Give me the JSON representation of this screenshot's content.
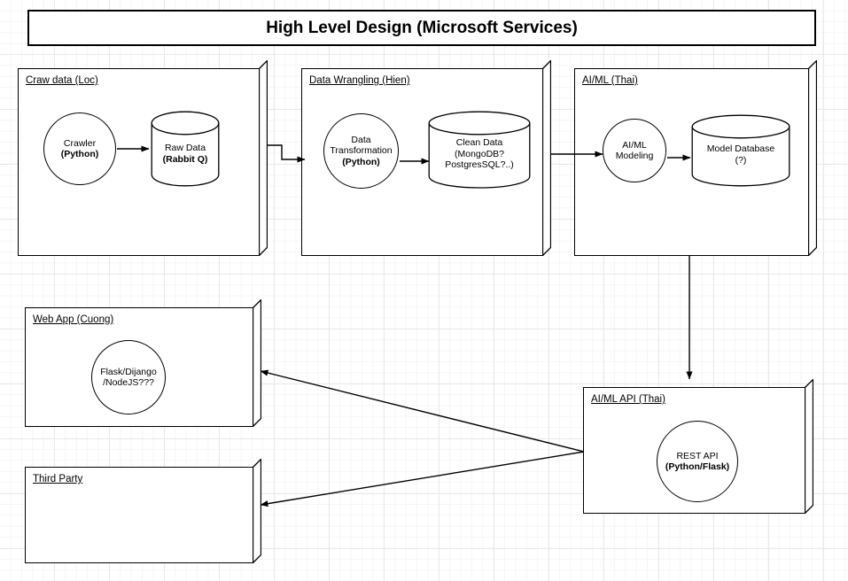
{
  "title": {
    "text": "High Level Design (Microsoft Services)"
  },
  "colors": {
    "stroke": "#000000",
    "fill": "#ffffff",
    "grid_minor": "#f6f6f6",
    "grid_major": "#e9e9e9"
  },
  "packages": [
    {
      "id": "craw-data",
      "label": "Craw data (Loc)",
      "nodes": [
        {
          "id": "crawler",
          "shape": "circle",
          "line1": "Crawler",
          "line2": "(Python)",
          "line2_bold": true
        },
        {
          "id": "raw-data",
          "shape": "cylinder",
          "line1": "Raw Data",
          "line2": "(Rabbit Q)",
          "line2_bold": true
        }
      ]
    },
    {
      "id": "data-wrangling",
      "label": "Data Wrangling (Hien)",
      "nodes": [
        {
          "id": "data-transformation",
          "shape": "circle",
          "line1": "Data",
          "line2": "Transformation",
          "line3": "(Python)",
          "line3_bold": true
        },
        {
          "id": "clean-data",
          "shape": "cylinder",
          "line1": "Clean Data",
          "line2": "(MongoDB?",
          "line3": "PostgresSQL?..)"
        }
      ]
    },
    {
      "id": "ai-ml",
      "label": "AI/ML (Thai)",
      "nodes": [
        {
          "id": "ai-ml-modeling",
          "shape": "circle",
          "line1": "AI/ML",
          "line2": "Modeling"
        },
        {
          "id": "model-database",
          "shape": "cylinder",
          "line1": "Model Database",
          "line2": "(?)"
        }
      ]
    },
    {
      "id": "web-app",
      "label": "Web App (Cuong)",
      "nodes": [
        {
          "id": "web-framework",
          "shape": "circle",
          "line1": "Flask/Dijango",
          "line2": "/NodeJS???"
        }
      ]
    },
    {
      "id": "third-party",
      "label": "Third Party",
      "nodes": []
    },
    {
      "id": "ai-ml-api",
      "label": "AI/ML API (Thai)",
      "nodes": [
        {
          "id": "rest-api",
          "shape": "circle",
          "line1": "REST API",
          "line2": "(Python/Flask)",
          "line2_bold": true
        }
      ]
    }
  ],
  "connectors": [
    {
      "id": "crawler-to-raw-data",
      "from": "crawler",
      "to": "raw-data",
      "style": "straight-arrow"
    },
    {
      "id": "craw-data-to-data-wrangling",
      "from": "craw-data",
      "to": "data-wrangling",
      "style": "stepped-arrow"
    },
    {
      "id": "clean-data-to-ai-ml-modeling",
      "from": "clean-data",
      "to": "ai-ml-modeling",
      "style": "straight-arrow"
    },
    {
      "id": "data-transformation-to-clean-data",
      "from": "data-transformation",
      "to": "clean-data",
      "style": "straight-arrow"
    },
    {
      "id": "ai-ml-modeling-to-model-database",
      "from": "ai-ml-modeling",
      "to": "model-database",
      "style": "straight-arrow"
    },
    {
      "id": "ai-ml-to-ai-ml-api",
      "from": "ai-ml",
      "to": "ai-ml-api",
      "style": "vertical-arrow"
    },
    {
      "id": "ai-ml-api-to-web-app",
      "from": "ai-ml-api",
      "to": "web-app",
      "style": "diagonal-arrow"
    },
    {
      "id": "ai-ml-api-to-third-party",
      "from": "ai-ml-api",
      "to": "third-party",
      "style": "diagonal-arrow"
    }
  ]
}
